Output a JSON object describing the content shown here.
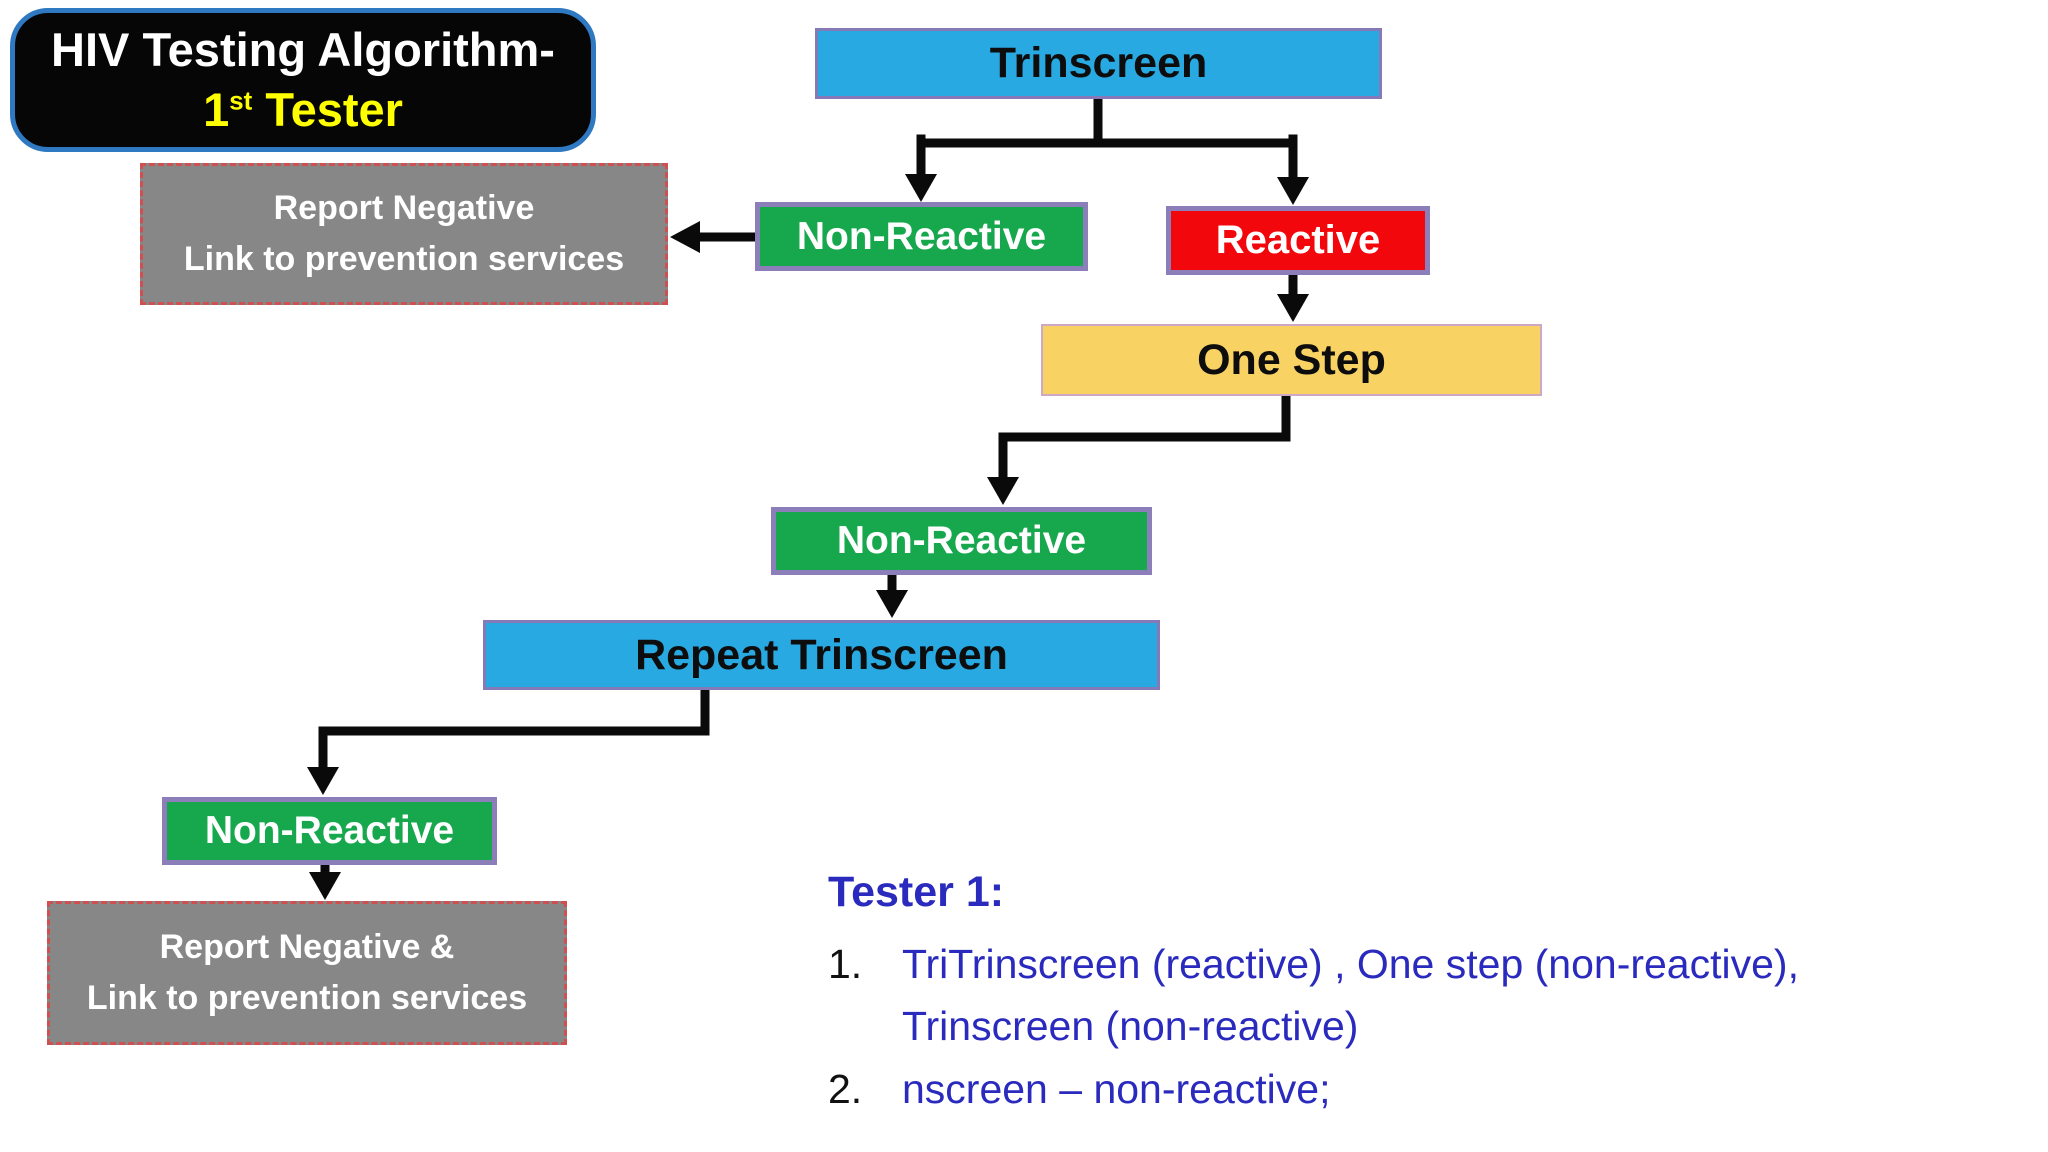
{
  "title": {
    "line1": "HIV Testing Algorithm-",
    "line2_num": "1",
    "line2_sup": "st",
    "line2_rest": "Tester"
  },
  "flowchart": {
    "trinscreen": "Trinscreen",
    "non_reactive_1": "Non-Reactive",
    "reactive": "Reactive",
    "report_negative_1": {
      "line1": "Report Negative",
      "line2": "Link to prevention services"
    },
    "one_step": "One Step",
    "non_reactive_2": "Non-Reactive",
    "repeat_trinscreen": "Repeat Trinscreen",
    "non_reactive_3": "Non-Reactive",
    "report_negative_2": {
      "line1": "Report Negative &",
      "line2": "Link to prevention services"
    }
  },
  "notes": {
    "heading": "Tester 1:",
    "items": [
      {
        "number": "1.",
        "lines": [
          "TriTrinscreen (reactive) , One step (non-reactive),",
          "Trinscreen (non-reactive)"
        ]
      },
      {
        "number": "2.",
        "lines": [
          "nscreen – non-reactive;"
        ]
      }
    ]
  },
  "colors": {
    "screen_box_blue": "#29A9E1",
    "non_reactive_green": "#17A84E",
    "reactive_red": "#F2080C",
    "one_step_yellow": "#F9D264",
    "report_gray": "#878787",
    "report_dashed_border_red": "#CF5050",
    "node_border_purple": "#8C7EB8",
    "title_background": "#060606",
    "title_border_blue": "#2E79C1",
    "title_highlight_yellow": "#FFFF00",
    "notes_text_blue": "#2A2ABE",
    "arrow_black": "#0A0A0A"
  }
}
